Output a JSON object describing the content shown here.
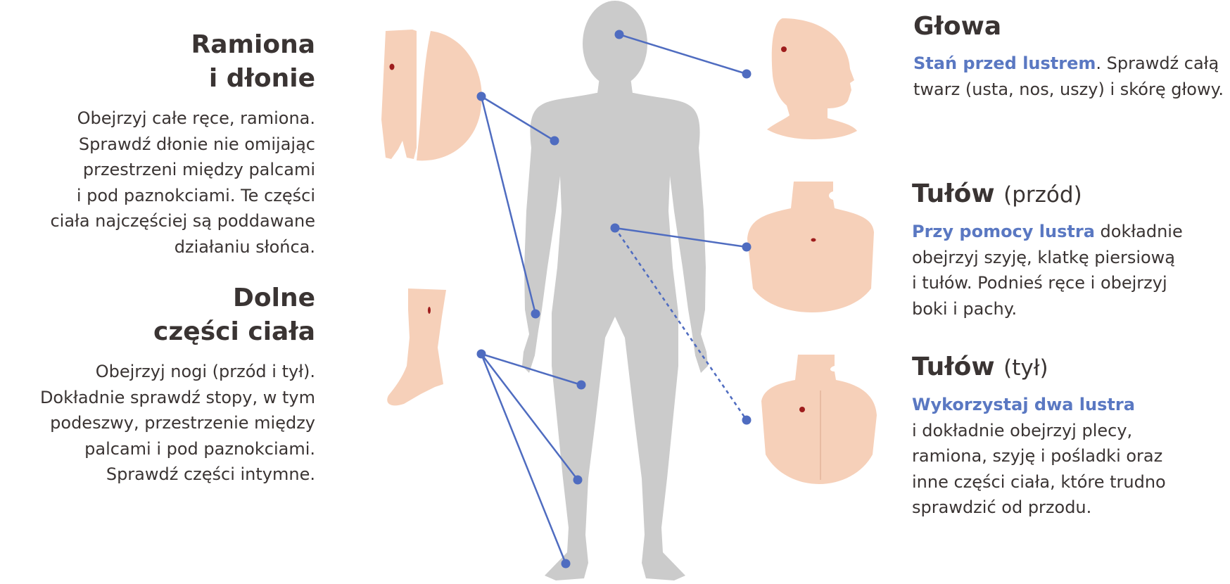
{
  "colors": {
    "silhouette": "#cbcbcb",
    "skin": "#f6d0b9",
    "mole": "#9e1c1c",
    "connector": "#4f6cc0",
    "highlight": "#5a78c2",
    "text": "#3a3433"
  },
  "arms": {
    "title_lines": [
      "Ramiona",
      "i dłonie"
    ],
    "body_lines": [
      "Obejrzyj całe ręce, ramiona.",
      "Sprawdź dłonie nie omijając",
      "przestrzeni między palcami",
      "i pod paznokciami. Te części",
      "ciała najczęściej są poddawane",
      "działaniu słońca."
    ]
  },
  "lower": {
    "title_lines": [
      "Dolne",
      "części ciała"
    ],
    "body_lines": [
      "Obejrzyj nogi (przód i tył).",
      "Dokładnie sprawdź stopy, w tym",
      "podeszwy, przestrzenie między",
      "palcami i pod paznokciami.",
      "Sprawdź części intymne."
    ]
  },
  "head": {
    "title": "Głowa",
    "highlight": "Stań przed lustrem",
    "body_first": ". Sprawdź całą",
    "body_lines": [
      "twarz (usta, nos, uszy) i skórę głowy."
    ]
  },
  "torso_front": {
    "title": "Tułów",
    "title_suffix": "(przód)",
    "highlight": "Przy pomocy lustra",
    "body_first": " dokładnie",
    "body_lines": [
      "obejrzyj szyję, klatkę piersiową",
      "i tułów. Podnieś ręce i obejrzyj",
      "boki i pachy."
    ]
  },
  "torso_back": {
    "title": "Tułów",
    "title_suffix": "(tył)",
    "highlight": "Wykorzystaj dwa lustra",
    "body_lines": [
      "i dokładnie obejrzyj plecy,",
      "ramiona, szyję i pośladki oraz",
      "inne części ciała, które trudno",
      "sprawdzić od przodu."
    ]
  }
}
